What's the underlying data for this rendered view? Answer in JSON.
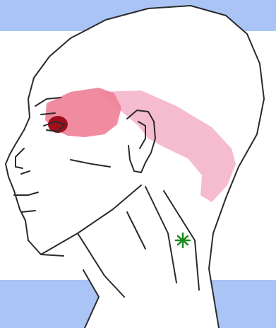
{
  "figure": {
    "subject": "head-side-profile",
    "colors": {
      "band": "#a9c4f5",
      "background": "#ffffff",
      "outline": "#2a2a2a",
      "pain_zone_light": "#f4b8cc",
      "pain_zone_medium": "#ef7f96",
      "pain_zone_core": "#a00f1c",
      "trigger_point": "#1d8a1d"
    },
    "markers": {
      "pain_zone": "referred-pain-zone",
      "pain_core": "pain-focus",
      "trigger_point": "trigger-point-asterisk"
    }
  }
}
